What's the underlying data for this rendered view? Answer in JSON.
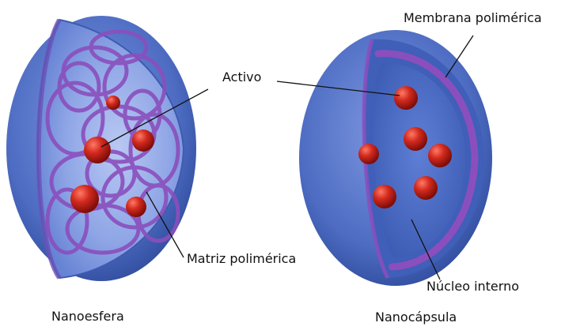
{
  "labels": {
    "membrane": "Membrana polimérica",
    "active": "Activo",
    "matrix": "Matriz polimérica",
    "core": "Núcleo interno",
    "nanosphere": "Nanoesfera",
    "nanocapsule": "Nanocápsula"
  },
  "colors": {
    "shell_outer": "#4f6fc4",
    "shell_inner": "#8fa6e6",
    "polymer": "#8a4fbd",
    "active_particle": "#c8201a",
    "text": "#111111"
  }
}
